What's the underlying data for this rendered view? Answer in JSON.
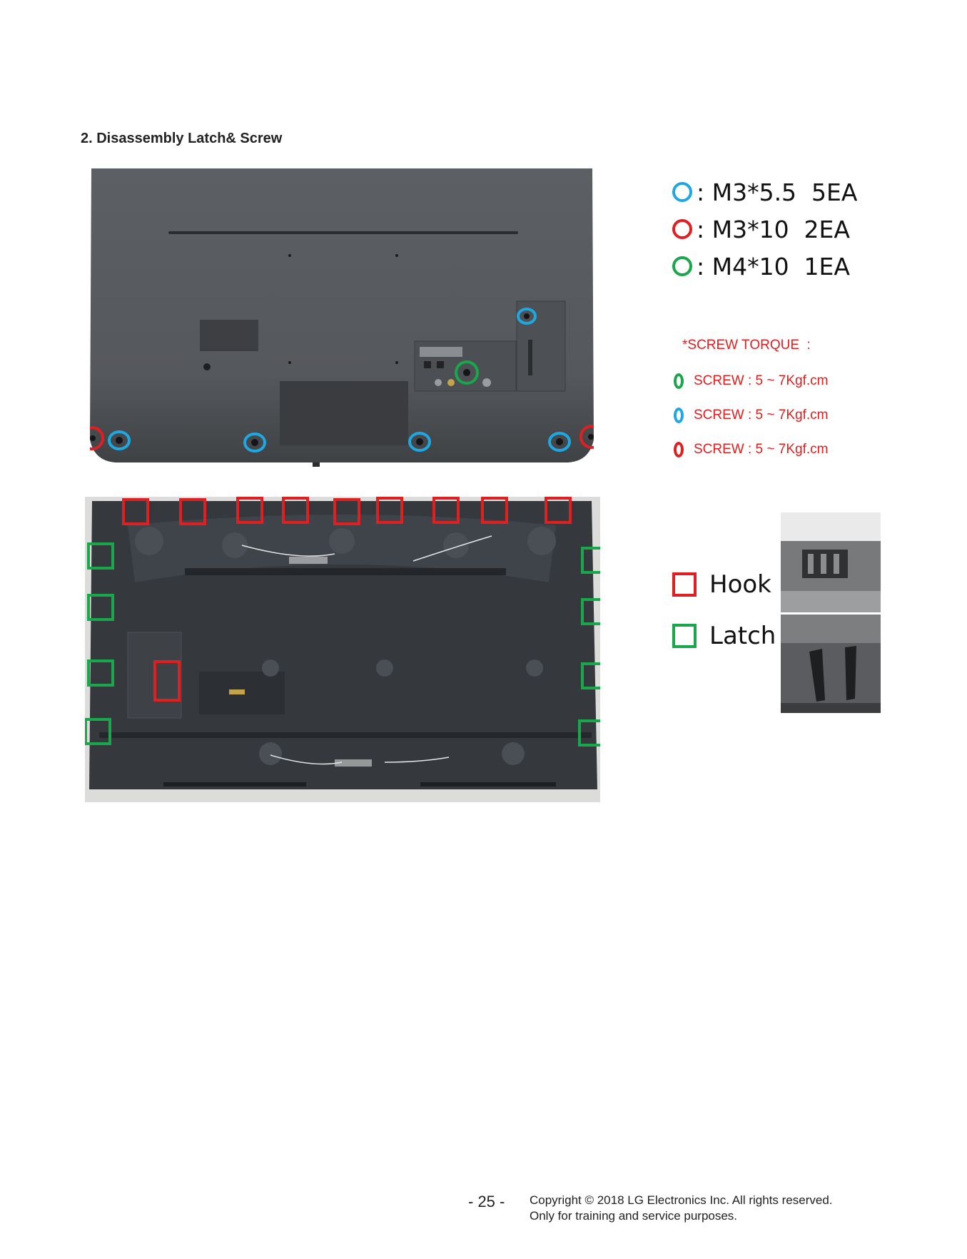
{
  "section_title": "2. Disassembly Latch& Screw",
  "screw_legend": [
    {
      "color": "#1ea7e0",
      "text": ": M3*5.5  5EA"
    },
    {
      "color": "#e02020",
      "text": ": M3*10  2EA"
    },
    {
      "color": "#1aa64a",
      "text": ": M4*10  1EA"
    }
  ],
  "torque": {
    "title": "*SCREW TORQUE  :",
    "rows": [
      {
        "color": "#1aa64a",
        "text": "SCREW : 5 ~ 7Kgf.cm"
      },
      {
        "color": "#1ea7e0",
        "text": "SCREW : 5 ~ 7Kgf.cm"
      },
      {
        "color": "#e02020",
        "text": "SCREW : 5 ~ 7Kgf.cm"
      }
    ]
  },
  "fastener_types": [
    {
      "color": "#e02020",
      "label": "Hook"
    },
    {
      "color": "#1aa64a",
      "label": "Latch"
    }
  ],
  "footer": {
    "page_number": "- 25 -",
    "copyright_line1": "Copyright © 2018 LG Electronics Inc. All rights reserved.",
    "copyright_line2": "Only for training and service purposes."
  }
}
